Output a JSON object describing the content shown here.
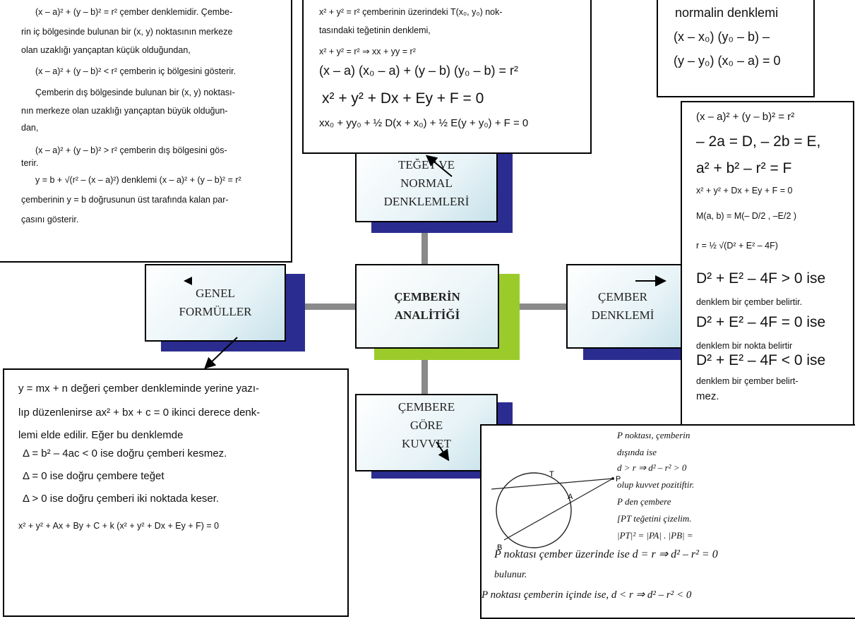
{
  "center": {
    "line1": "ÇEMBERİN",
    "line2": "ANALİTİĞİ"
  },
  "nodes": {
    "teget": {
      "line1": "TEĞET VE",
      "line2": "NORMAL",
      "line3": "DENKLEMLERİ"
    },
    "genel": {
      "line1": "GENEL",
      "line2": "FORMÜLLER"
    },
    "denklem": {
      "line1": "ÇEMBER",
      "line2": "DENKLEMİ"
    },
    "kuvvet": {
      "line1": "ÇEMBERE",
      "line2": "GÖRE",
      "line3": "KUVVET"
    }
  },
  "colors": {
    "navy_shadow": "#2b2c8f",
    "green_shadow": "#9bcb2a",
    "connector": "#8a8a8a"
  },
  "top_left_box": {
    "lines": [
      "(x – a)² + (y – b)² = r² çember denklemidir. Çembe-",
      "rin iç bölgesinde bulunan bir (x, y) noktasının merkeze",
      "olan uzaklığı yançaptan küçük olduğundan,",
      "(x – a)² + (y – b)² < r² çemberin iç bölgesini gösterir.",
      "Çemberin dış bölgesinde bulunan bir (x, y) noktası-",
      "nın merkeze olan uzaklığı yançaptan büyük olduğun-",
      "dan,",
      "(x – a)² + (y – b)² > r² çemberin dış bölgesini gös-",
      "terir.",
      "y = b + √(r² – (x – a)²)  denklemi (x – a)² + (y – b)² = r²",
      "çemberinin y = b doğrusunun üst tarafında kalan par-",
      "çasını gösterir."
    ]
  },
  "top_mid_box": {
    "lines": [
      "x² + y² = r²  çemberinin üzerindeki T(x₀, y₀) nok-",
      "tasındaki teğetinin denklemi,",
      "x² + y² = r² ⇒ xx + yy = r²",
      "(x – a) (x₀ – a) + (y – b) (y₀ – b) = r²",
      "x² + y² + Dx + Ey + F = 0",
      "xx₀ + yy₀ + ½ D(x + x₀) + ½ E(y + y₀) + F = 0"
    ]
  },
  "top_right_box": {
    "lines": [
      "normalin denklemi",
      "(x – x₀) (y₀ – b) –",
      "(y – y₀) (x₀ – a) = 0"
    ]
  },
  "right_box": {
    "lines": [
      "(x – a)² + (y – b)² = r²",
      "– 2a = D,  – 2b = E,",
      "a² + b² – r² = F",
      "x² + y² + Dx + Ey + F = 0",
      "M(a, b) = M(– D/2 , –E/2 )",
      "r = ½ √(D² + E² – 4F)",
      "D² + E² – 4F > 0  ise",
      "denklem bir çember belirtir.",
      "D² + E² – 4F = 0  ise",
      "denklem bir nokta belirtir",
      "D² + E² – 4F < 0  ise",
      "denklem bir çember belirt-",
      "mez."
    ]
  },
  "bottom_left_box": {
    "lines": [
      "y = mx + n  değeri çember denkleminde yerine yazı-",
      "lıp düzenlenirse  ax² + bx + c = 0  ikinci derece denk-",
      "lemi elde edilir. Eğer bu denklemde",
      "Δ = b² – 4ac < 0  ise doğru çemberi kesmez.",
      "Δ = 0  ise doğru çembere teğet",
      "Δ > 0  ise doğru çemberi iki noktada keser.",
      "x² + y² + Ax + By + C + k (x² + y² + Dx + Ey + F) = 0"
    ]
  },
  "bottom_right_box": {
    "figure_labels": {
      "T": "T",
      "P": "P",
      "A": "A",
      "B": "B"
    },
    "side_lines": [
      "P noktası, çemberin",
      "dışında ise",
      "d > r ⇒ d² – r² > 0",
      "olup kuvvet pozitiftir.",
      "P den çembere",
      "[PT teğetini çizelim.",
      "|PT|² = |PA| . |PB| ="
    ],
    "bottom_lines": [
      "P noktası çember üzerinde ise d = r ⇒ d² – r² = 0",
      "bulunur.",
      "P noktası çemberin içinde ise, d < r ⇒ d² – r² < 0"
    ]
  }
}
